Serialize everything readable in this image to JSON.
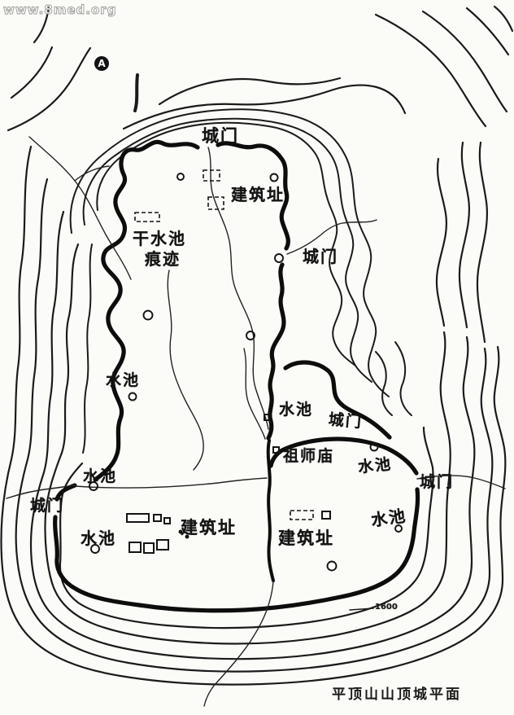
{
  "watermark": "www.8med.org",
  "marker": {
    "symbol": "A"
  },
  "caption": "平顶山山顶城平面",
  "colors": {
    "ink": "#161616",
    "paper": "#fbfbf8"
  },
  "labels": {
    "gate_top": "城门",
    "building_site_upper": "建筑址",
    "dry_pool_line1": "干水池",
    "dry_pool_line2": "痕迹",
    "gate_inner_east": "城门",
    "pool_west": "水池",
    "pool_center": "水池",
    "gate_center": "城门",
    "zushi_temple": "祖师庙",
    "pool_east_mid": "水池",
    "gate_east": "城门",
    "pool_west_mid": "水池",
    "gate_west": "城门",
    "pool_southwest": "水池",
    "building_site_southwest": "建筑址",
    "building_site_south": "建筑址",
    "pool_southeast": "水池",
    "elevation": "1600"
  }
}
